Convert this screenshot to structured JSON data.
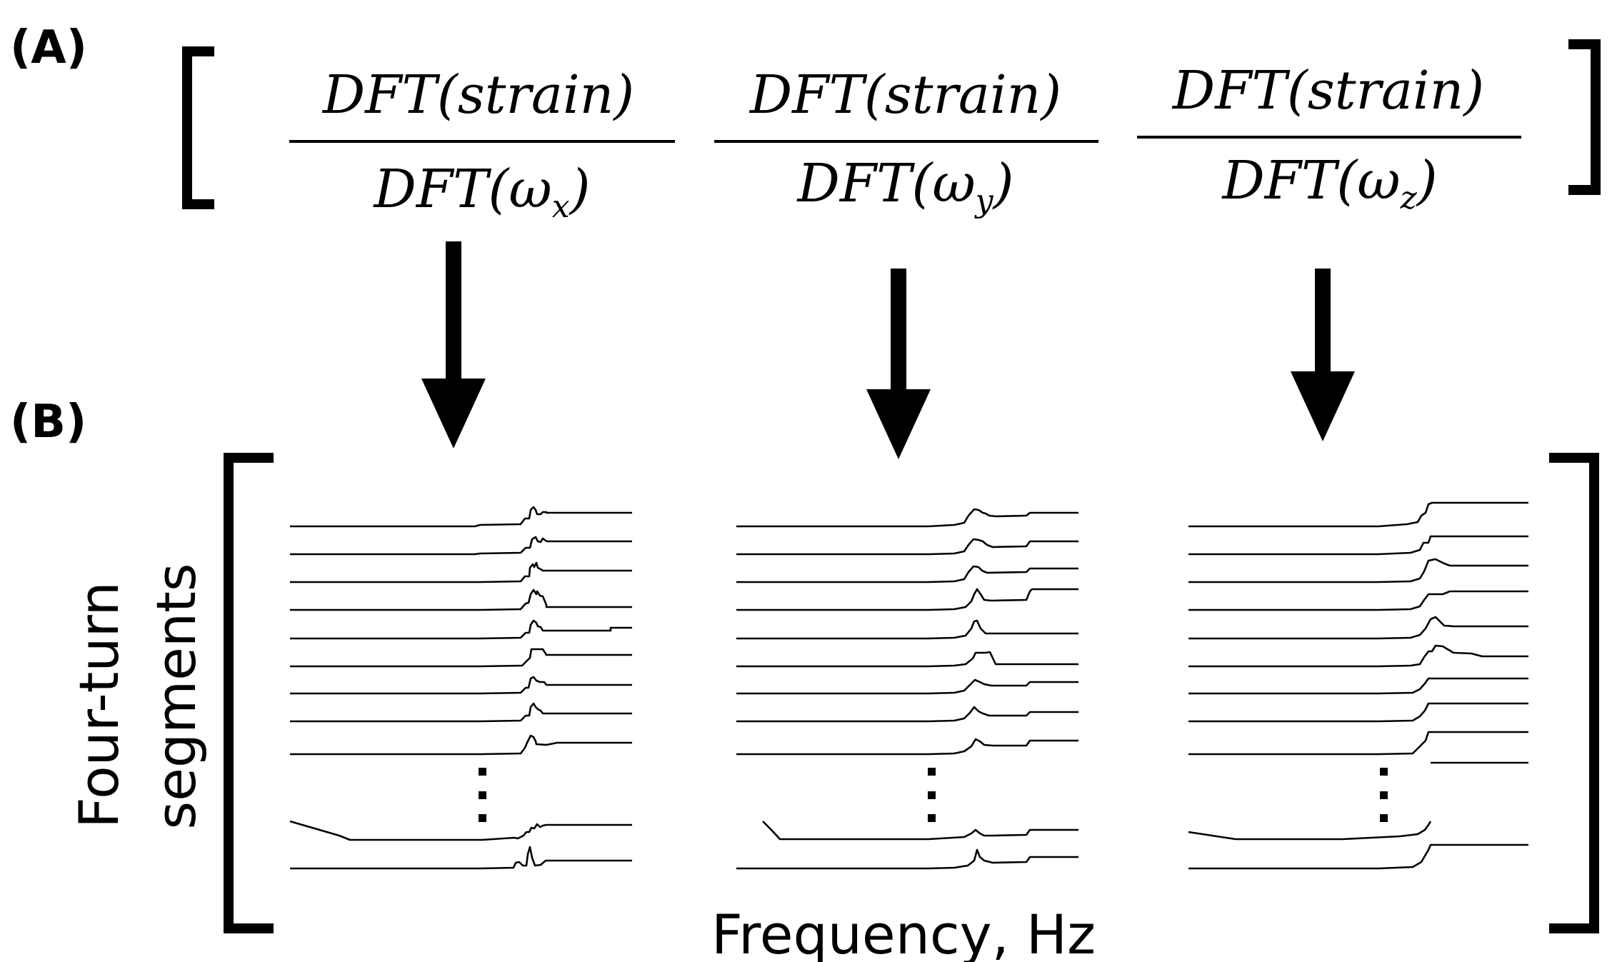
{
  "panels": {
    "a_label": "(A)",
    "b_label": "(B)"
  },
  "vector": {
    "fractions": [
      {
        "numerator": "DFT(strain)",
        "denominator_prefix": "DFT(ω",
        "subscript": "x",
        "denominator_suffix": ")"
      },
      {
        "numerator": "DFT(strain)",
        "denominator_prefix": "DFT(ω",
        "subscript": "y",
        "denominator_suffix": ")"
      },
      {
        "numerator": "DFT(strain)",
        "denominator_prefix": "DFT(ω",
        "subscript": "z",
        "denominator_suffix": ")"
      }
    ]
  },
  "matrix": {
    "y_label_line1": "Four-turn",
    "y_label_line2": "segments",
    "x_label": "Frequency, Hz"
  }
}
